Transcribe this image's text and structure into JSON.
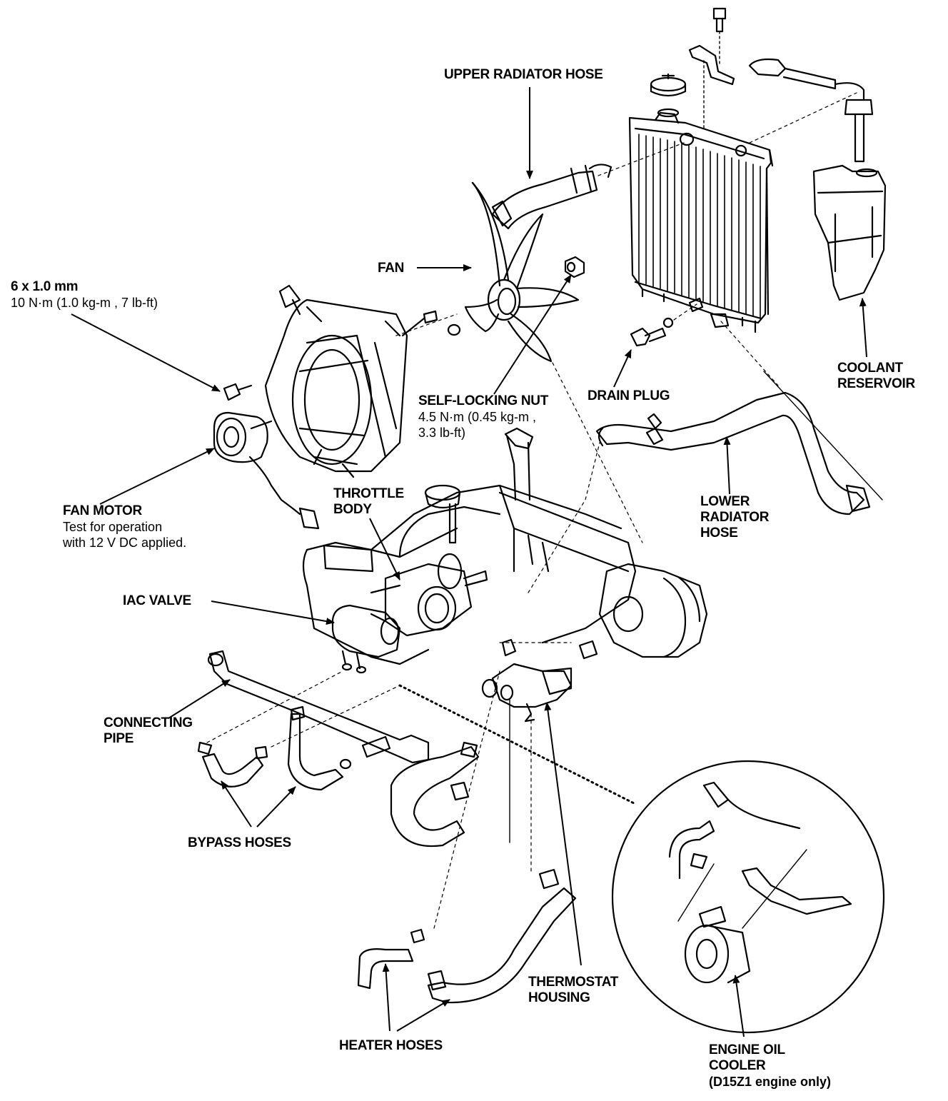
{
  "labels": {
    "upper_radiator_hose": {
      "title": "UPPER RADIATOR HOSE"
    },
    "fan": {
      "title": "FAN"
    },
    "bolt_spec": {
      "title": "6 x 1.0 mm",
      "note": "10  N·m (1.0  kg-m , 7  lb-ft)"
    },
    "self_locking_nut": {
      "title": "SELF-LOCKING NUT",
      "line1": "4.5  N·m (0.45  kg-m ,",
      "line2": "3.3  lb-ft)"
    },
    "drain_plug": {
      "title": "DRAIN PLUG"
    },
    "coolant_reservoir": {
      "line1": "COOLANT",
      "line2": "RESERVOIR"
    },
    "lower_radiator_hose": {
      "line1": "LOWER",
      "line2": "RADIATOR",
      "line3": "HOSE"
    },
    "fan_motor": {
      "title": "FAN MOTOR",
      "line1": "Test for operation",
      "line2": "with 12 V DC applied."
    },
    "throttle_body": {
      "line1": "THROTTLE",
      "line2": "BODY"
    },
    "iac_valve": {
      "title": "IAC VALVE"
    },
    "connecting_pipe": {
      "line1": "CONNECTING",
      "line2": "PIPE"
    },
    "bypass_hoses": {
      "title": "BYPASS HOSES"
    },
    "heater_hoses": {
      "title": "HEATER HOSES"
    },
    "thermostat_housing": {
      "line1": "THERMOSTAT",
      "line2": "HOUSING"
    },
    "engine_oil_cooler": {
      "line1": "ENGINE OIL",
      "line2": "COOLER",
      "line3": "(D15Z1 engine only)"
    }
  },
  "colors": {
    "ink": "#000000",
    "paper": "#ffffff"
  }
}
